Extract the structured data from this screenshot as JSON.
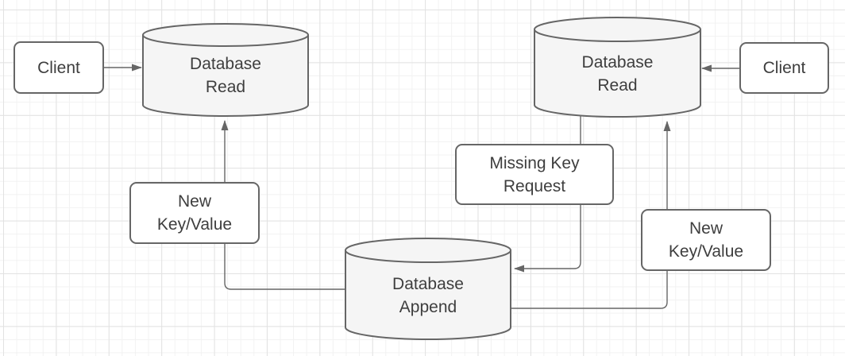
{
  "diagram": {
    "type": "flow-diagram",
    "nodes": {
      "client_left": {
        "label": "Client",
        "shape": "rounded-rectangle"
      },
      "client_right": {
        "label": "Client",
        "shape": "rounded-rectangle"
      },
      "db_read_left": {
        "label": "Database\nRead",
        "shape": "cylinder"
      },
      "db_read_right": {
        "label": "Database\nRead",
        "shape": "cylinder"
      },
      "db_append": {
        "label": "Database\nAppend",
        "shape": "cylinder"
      }
    },
    "edge_labels": {
      "new_kv_left": {
        "label": "New\nKey/Value"
      },
      "missing_key": {
        "label": "Missing Key\nRequest"
      },
      "new_kv_right": {
        "label": "New\nKey/Value"
      }
    },
    "edges": [
      {
        "from": "client_left",
        "to": "db_read_left",
        "label": ""
      },
      {
        "from": "client_right",
        "to": "db_read_right",
        "label": ""
      },
      {
        "from": "db_append",
        "to": "db_read_left",
        "label": "New\nKey/Value"
      },
      {
        "from": "db_append",
        "to": "db_read_right",
        "label": "New\nKey/Value"
      },
      {
        "from": "db_read_right",
        "to": "db_append",
        "label": "Missing Key\nRequest"
      }
    ],
    "colors": {
      "stroke": "#666666",
      "shape_fill": "#f5f5f5",
      "box_fill": "#ffffff",
      "text": "#3e3e3e",
      "grid_minor": "#f2f2f2",
      "grid_major": "#e2e2e2",
      "canvas_bg": "#ffffff"
    }
  }
}
